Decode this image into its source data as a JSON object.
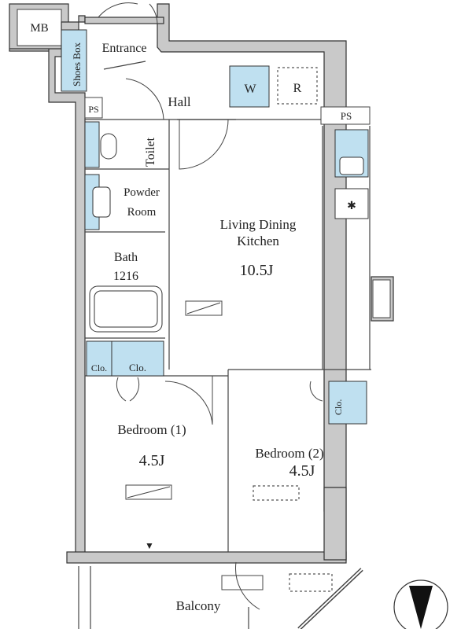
{
  "plan": {
    "rooms": {
      "mb": "MB",
      "shoes_box": "Shoes Box",
      "entrance": "Entrance",
      "ps_left": "PS",
      "hall": "Hall",
      "washer": "W",
      "fridge": "R",
      "ps_right": "PS",
      "toilet": "Toilet",
      "powder_line1": "Powder",
      "powder_line2": "Room",
      "ldk_line1": "Living Dining",
      "ldk_line2": "Kitchen",
      "ldk_size": "10.5J",
      "bath_line1": "Bath",
      "bath_line2": "1216",
      "closet1": "Clo.",
      "closet2": "Clo.",
      "closet3": "Clo.",
      "bedroom1": "Bedroom (1)",
      "bedroom1_size": "4.5J",
      "bedroom2": "Bedroom (2)",
      "bedroom2_size": "4.5J",
      "balcony": "Balcony"
    },
    "colors": {
      "wall": "#c9c9c9",
      "fixture": "#bfe0f0"
    }
  }
}
